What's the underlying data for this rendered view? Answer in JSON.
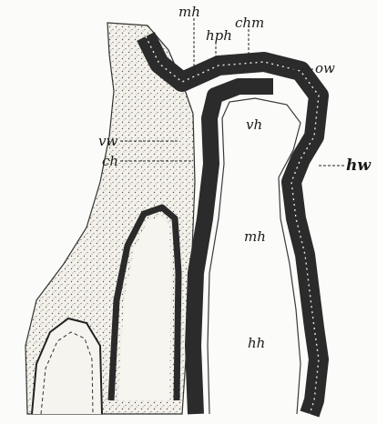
{
  "labels": {
    "mh_top": "mh",
    "hph": "hph",
    "chm": "chm",
    "ow": "ow",
    "vw": "vw",
    "ch": "ch",
    "vh": "vh",
    "hw": "hw",
    "mh_mid": "mh",
    "hh": "hh"
  }
}
